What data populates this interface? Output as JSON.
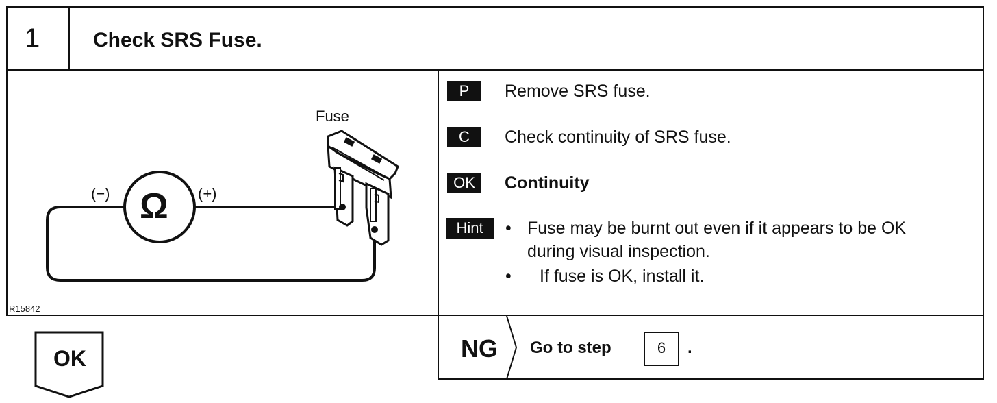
{
  "step": {
    "number": "1",
    "title": "Check SRS Fuse."
  },
  "diagram": {
    "fuse_label": "Fuse",
    "minus_label": "(−)",
    "plus_label": "(+)",
    "ohm_symbol": "Ω",
    "figure_id": "R15842"
  },
  "instructions": [
    {
      "badge": "P",
      "text": "Remove SRS fuse."
    },
    {
      "badge": "C",
      "text": "Check continuity of SRS fuse."
    },
    {
      "badge": "OK",
      "text": "Continuity"
    }
  ],
  "hint": {
    "badge": "Hint",
    "bullet": "•",
    "line1": "Fuse may be burnt out even if it appears to be OK",
    "line2": "during visual inspection.",
    "line3": "If fuse is OK, install it."
  },
  "result": {
    "ok_label": "OK",
    "ng_label": "NG",
    "goto_text": "Go to step",
    "goto_step": "6",
    "period": "."
  }
}
